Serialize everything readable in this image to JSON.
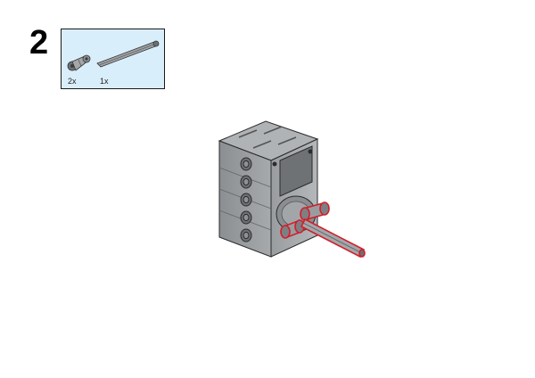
{
  "step": {
    "number": "2"
  },
  "parts_list": {
    "items": [
      {
        "icon": "axle-connector-icon",
        "quantity": "2x"
      },
      {
        "icon": "axle-icon",
        "quantity": "1x"
      }
    ]
  },
  "assembly": {
    "icon": "motor-assembly-icon",
    "colors": {
      "body": "#9a9c9e",
      "body_dark": "#7d8083",
      "highlight": "#d21f2b"
    }
  }
}
